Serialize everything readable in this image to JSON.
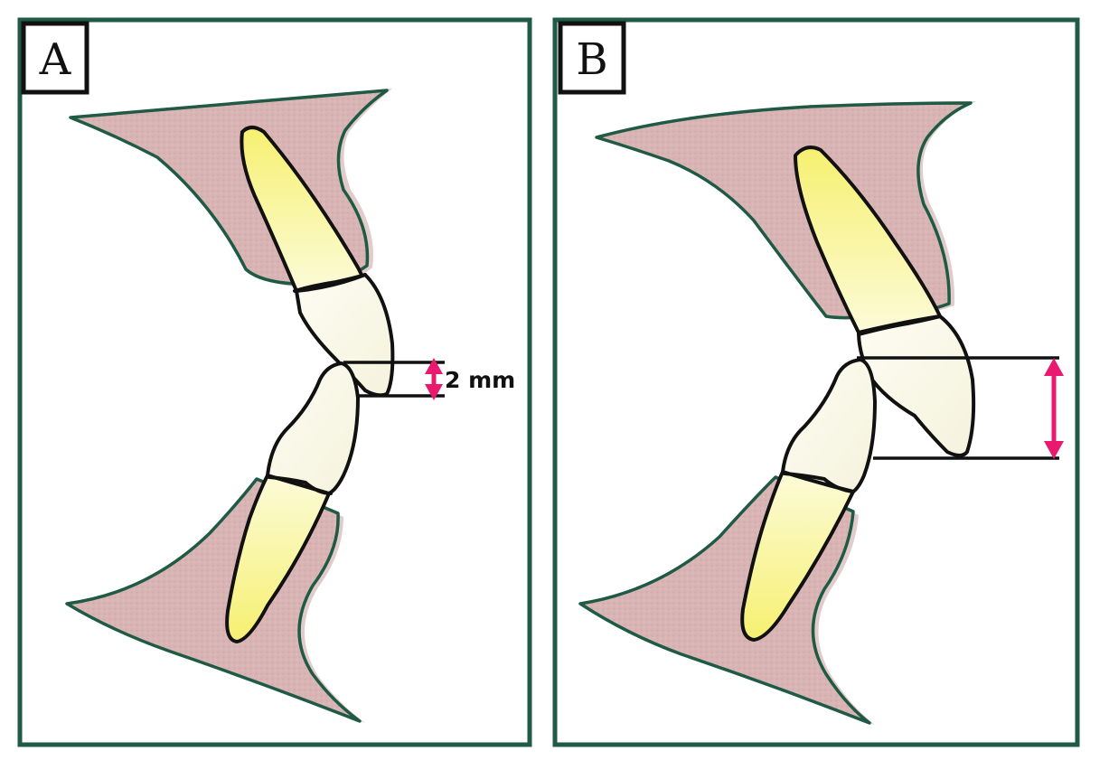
{
  "panels": [
    {
      "label": "A",
      "measurement": "2 mm"
    },
    {
      "label": "B",
      "measurement": ""
    }
  ],
  "colors": {
    "frame": "#1f5a45",
    "gum": "#d9b2b2",
    "gum_outline": "#1f5a45",
    "tooth_root": "#f7f28a",
    "tooth_crown": "#fbfbee",
    "arrow": "#e8196f"
  }
}
